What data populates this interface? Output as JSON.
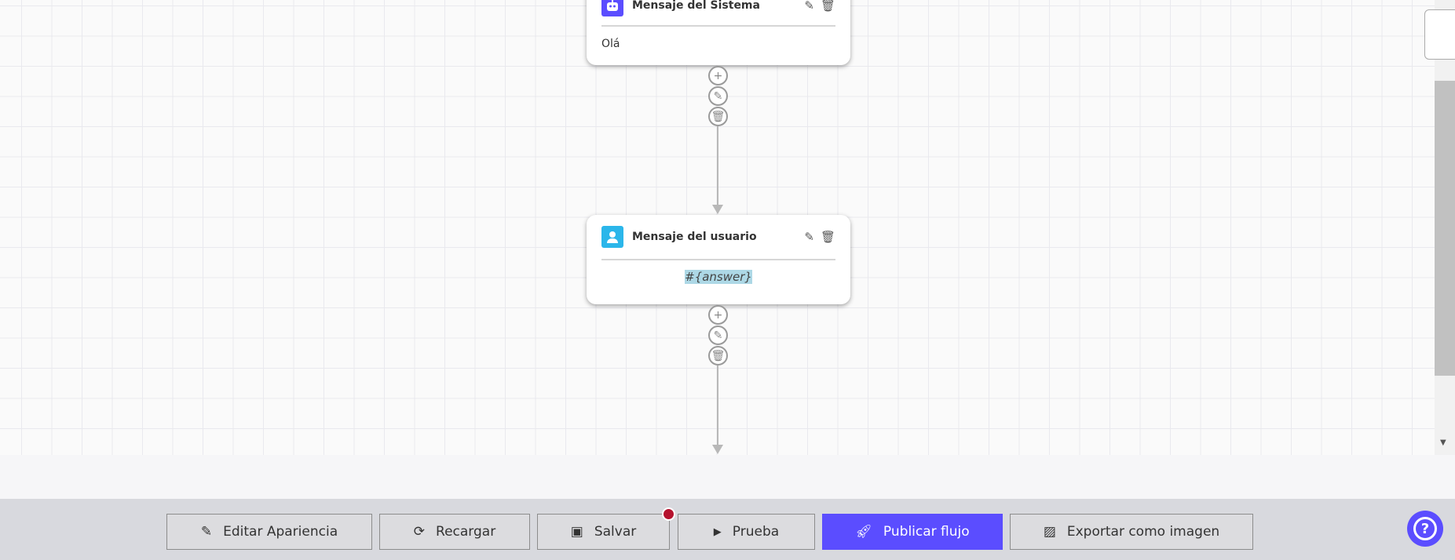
{
  "nodes": [
    {
      "title": "Mensaje del Sistema",
      "body": "Olá",
      "icon": "robot-icon",
      "color": "#5b4dff"
    },
    {
      "title": "Mensaje del usuario",
      "body": "#{answer}",
      "icon": "user-icon",
      "color": "#2bb6ea"
    }
  ],
  "toolbar": {
    "edit_appearance": "Editar Apariencia",
    "reload": "Recargar",
    "save": "Salvar",
    "test": "Prueba",
    "publish": "Publicar flujo",
    "export": "Exportar como imagen"
  },
  "colors": {
    "accent": "#5b4dff",
    "unsaved_dot": "#b5122e"
  }
}
